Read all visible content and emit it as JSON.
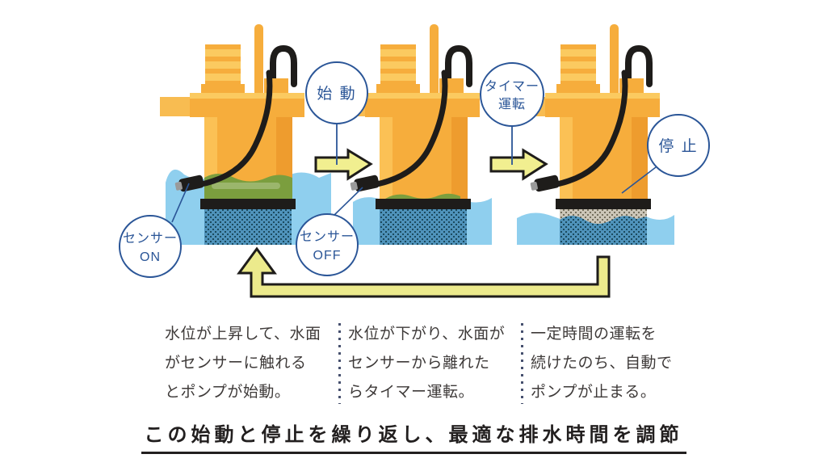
{
  "callouts": {
    "sensor_on": {
      "line1": "センサー",
      "line2": "ON"
    },
    "start": {
      "label": "始 動"
    },
    "sensor_off": {
      "line1": "センサー",
      "line2": "OFF"
    },
    "timer": {
      "line1": "タイマー",
      "line2": "運転"
    },
    "stop": {
      "label": "停 止"
    }
  },
  "steps": [
    {
      "lines": [
        "水位が上昇して、水面",
        "がセンサーに触れる",
        "とポンプが始動。"
      ]
    },
    {
      "lines": [
        "水位が下がり、水面が",
        "センサーから離れた",
        "らタイマー運転。"
      ]
    },
    {
      "lines": [
        "一定時間の運転を",
        "続けたのち、自動で",
        "ポンプが止まる。"
      ]
    }
  ],
  "footer": {
    "title": "この始動と停止を繰り返し、最適な排水時間を調節"
  },
  "colors": {
    "pump_yellow": "#F6AD3C",
    "pump_yellow_light": "#FBCA60",
    "pump_yellow_dark": "#EE9C2E",
    "water_blue": "#8FCFEE",
    "strainer_blue": "#4F93BB",
    "strainer_gray": "#CCC6B8",
    "algae_green": "#7B9E3E",
    "callout_navy": "#2A5597",
    "arrow_yellow": "#F1EF90",
    "loop_arrow_yellow": "#ECEA8C",
    "text_dark": "#3E3A39"
  }
}
